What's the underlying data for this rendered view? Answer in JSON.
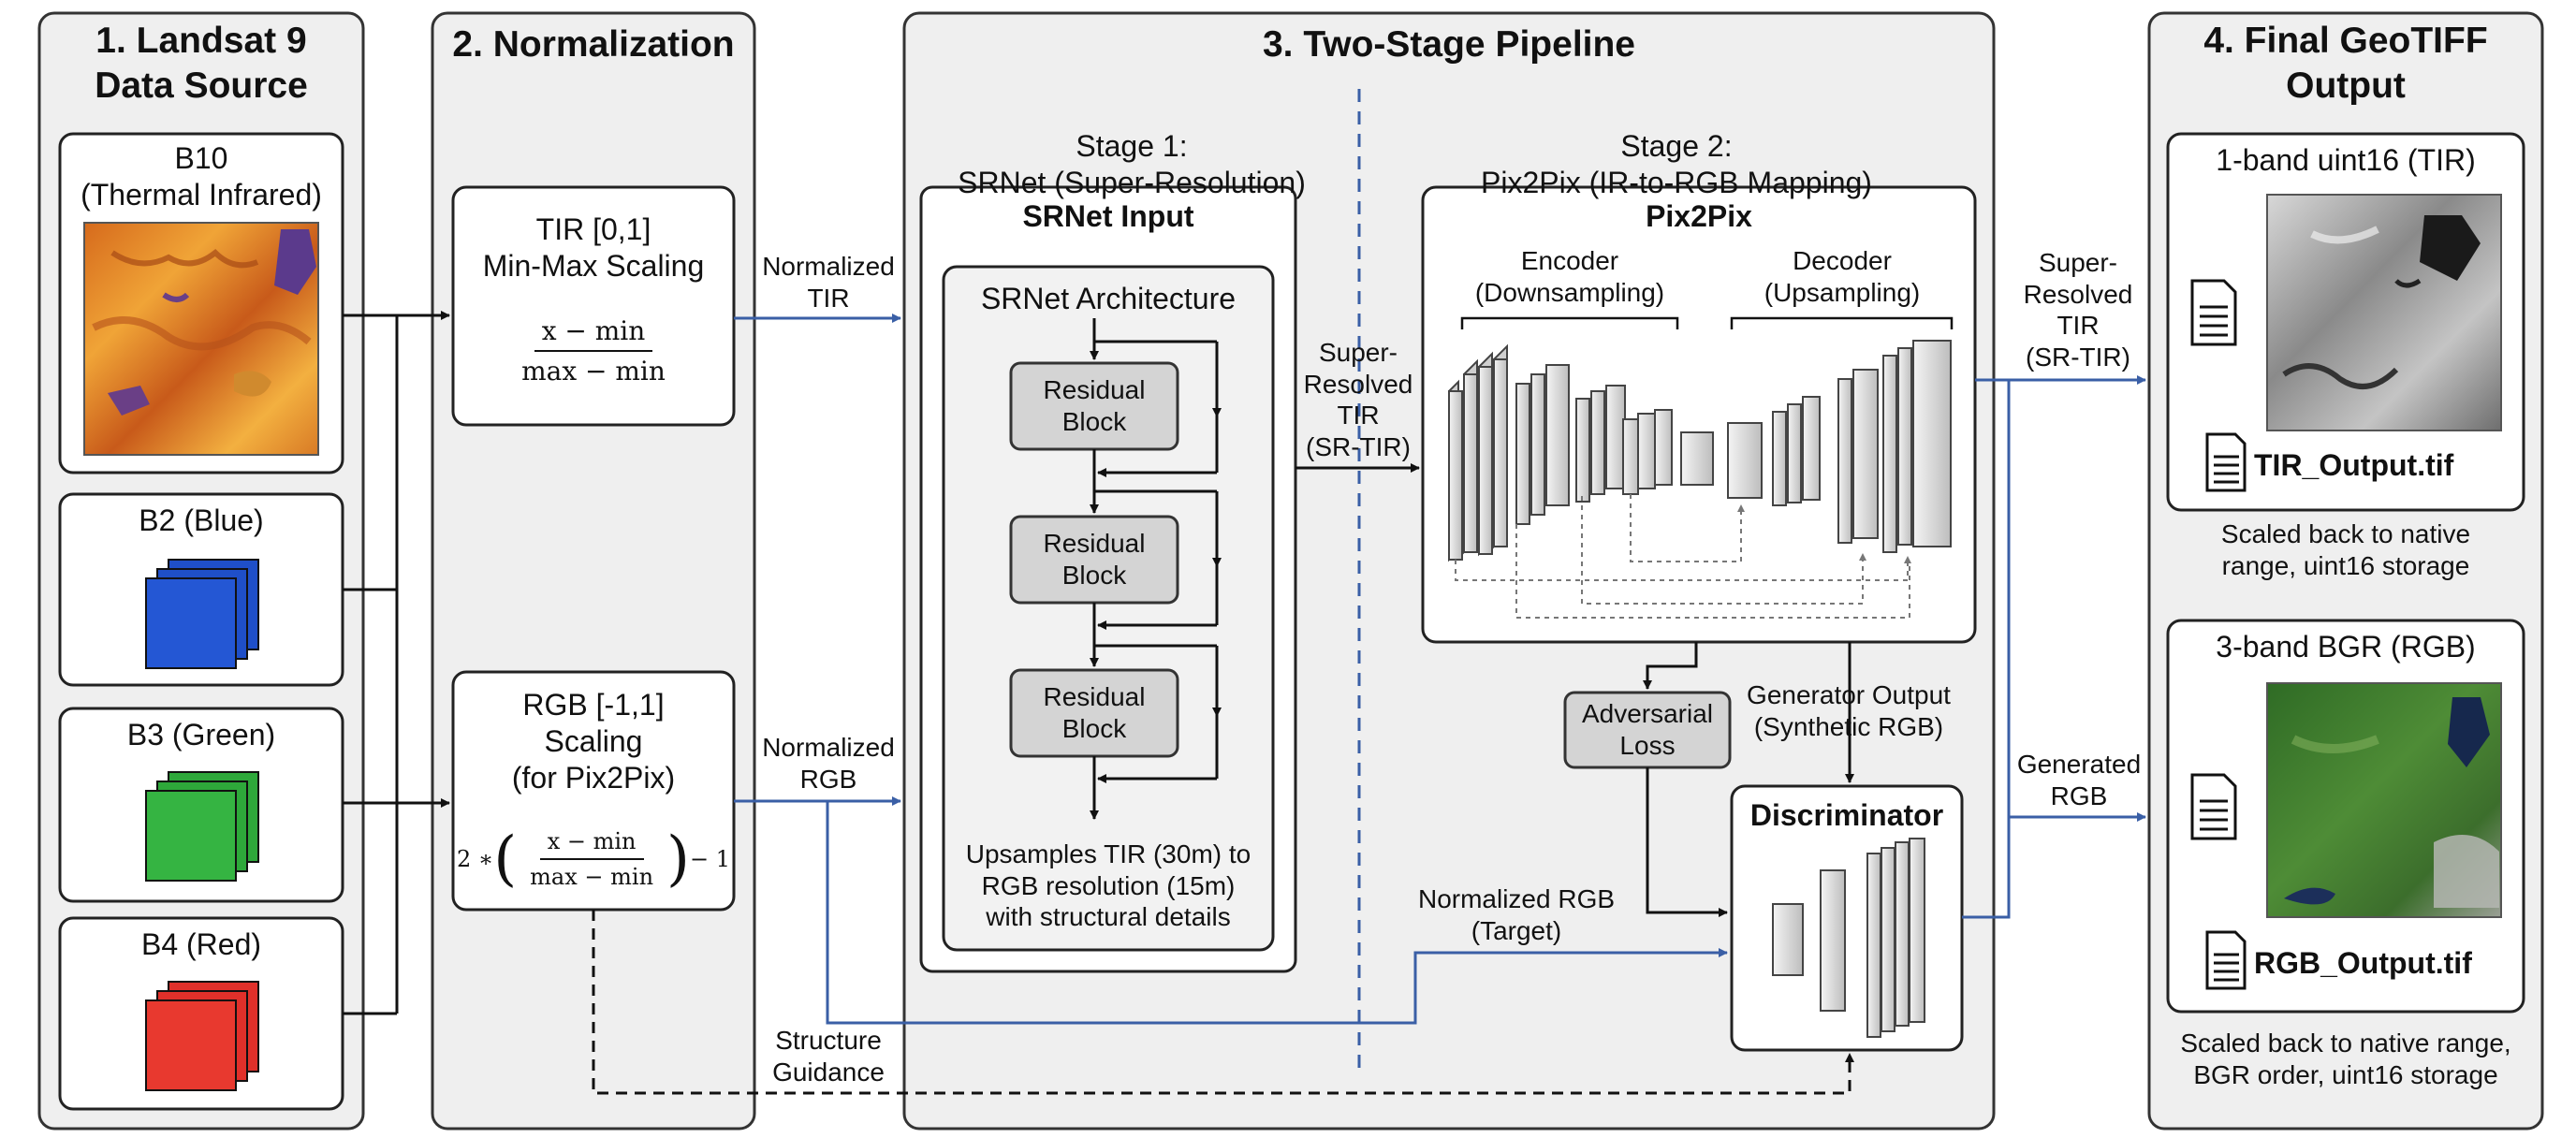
{
  "panels": {
    "source": {
      "title": "1. Landsat 9\nData Source",
      "b10": "B10\n(Thermal Infrared)",
      "b2": "B2 (Blue)",
      "b3": "B3 (Green)",
      "b4": "B4 (Red)"
    },
    "normalization": {
      "title": "2. Normalization",
      "tir_box": "TIR [0,1]\nMin-Max Scaling",
      "tir_num": "x − min",
      "tir_den": "max − min",
      "rgb_box": "RGB [-1,1]\nScaling\n(for Pix2Pix)",
      "rgb_prefix": "2 ∗",
      "rgb_num": "x − min",
      "rgb_den": "max − min",
      "rgb_suffix": "− 1"
    },
    "pipeline": {
      "title": "3. Two-Stage Pipeline",
      "stage1": "Stage 1:\nSRNet (Super-Resolution)",
      "stage2": "Stage 2:\nPix2Pix (IR-to-RGB Mapping)",
      "srnet_input": "SRNet Input",
      "srnet_arch": "SRNet Architecture",
      "residual_block": "Residual\nBlock",
      "srnet_desc": "Upsamples TIR (30m) to\nRGB resolution (15m)\nwith structural details",
      "pix2pix": "Pix2Pix",
      "encoder": "Encoder\n(Downsampling)",
      "decoder": "Decoder\n(Upsampling)",
      "adversarial_loss": "Adversarial\nLoss",
      "generator_output": "Generator Output\n(Synthetic RGB)",
      "discriminator": "Discriminator"
    },
    "output": {
      "title": "4. Final GeoTIFF\nOutput",
      "tir_title": "1-band uint16 (TIR)",
      "tir_file": "TIR_Output.tif",
      "tir_note": "Scaled back to native\nrange, uint16 storage",
      "rgb_title": "3-band BGR (RGB)",
      "rgb_file": "RGB_Output.tif",
      "rgb_note": "Scaled back to native range,\nBGR order, uint16 storage"
    }
  },
  "connectors": {
    "normalized_tir": "Normalized\nTIR",
    "normalized_rgb": "Normalized\nRGB",
    "super_resolved_tir": "Super-\nResolved\nTIR\n(SR-TIR)",
    "super_resolved_tir_out": "Super-\nResolved\nTIR\n(SR-TIR)",
    "generated_rgb": "Generated\nRGB",
    "normalized_rgb_target": "Normalized RGB\n(Target)",
    "structure_guidance": "Structure\nGuidance"
  },
  "colors": {
    "blue_arrow": "#3a5fa6",
    "panel_bg": "#efefef",
    "block_fill": "#d4d4d4",
    "band_blue": "#1f4fc8",
    "band_green": "#2ea83a",
    "band_red": "#e0302a"
  },
  "icons": [
    "document-icon",
    "stacked-bands-icon",
    "thermal-image",
    "grayscale-tir-image",
    "satellite-rgb-image"
  ]
}
